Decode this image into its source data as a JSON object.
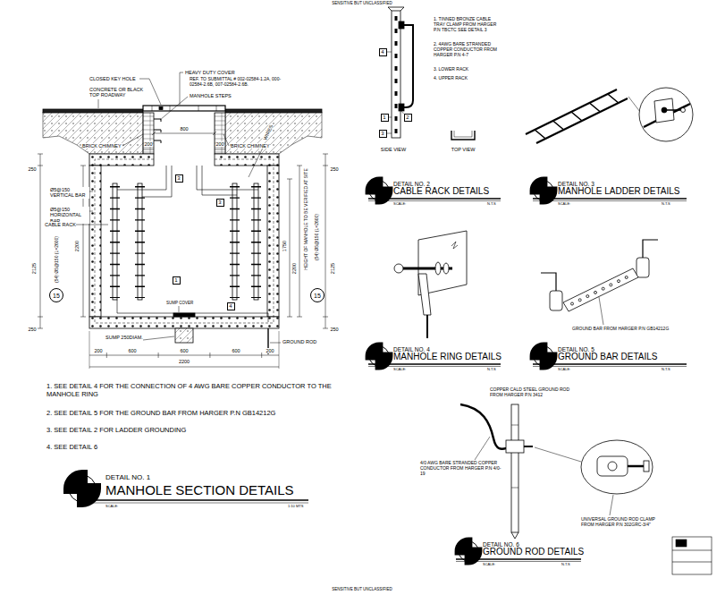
{
  "diagram": {
    "nodes": [
      {
        "text": [
          "15"
        ]
      },
      {
        "text": [
          "15"
        ]
      },
      {
        "text": [
          "3"
        ]
      },
      {
        "text": [
          "3"
        ]
      },
      {
        "text": [
          "1"
        ]
      },
      {
        "text": [
          "4"
        ]
      },
      {
        "text": [
          "4"
        ]
      },
      {
        "text": [
          "1"
        ]
      },
      {
        "text": [
          "2"
        ]
      },
      {
        "text": [
          "3"
        ]
      }
    ],
    "labels": [
      "SENSITIVE BUT UNCLASSIFIED",
      "CLOSED KEY HOLE",
      "CONCRETE OR BLACK TOP ROADWAY",
      "HEAVY DUTY COVER",
      "REF. TO SUBMITTAL # 002-02584-1.2A, 000-02584-2.6B, 007-02584-2.6B.",
      "MANHOLE STEPS",
      "800",
      "BRICK CHIMNEY",
      "200",
      "BRICK CHIMNEY",
      "200",
      "WIRES",
      "250",
      "250",
      "Ø5@150 VERTICAL BAR",
      "Ø5@150 HORIZONTAL BAR",
      "CABLE RACK",
      "2125",
      "(54) Ø5@150 (L=2600)",
      "2200",
      "HEIGHT OF MANHOLE TO BE VERIFIED AT SITE",
      "1750",
      "2200",
      "(54) Ø5@150 (L=2600)",
      "2125",
      "250",
      "250",
      "SUMP COVER",
      "SUMP 250DIAM.",
      "GROUND ROD",
      "200",
      "600",
      "600",
      "600",
      "200",
      "2200",
      "1. SEE DETAIL 4 FOR THE CONNECTION OF 4 AWG BARE COPPER CONDUCTOR TO THE MANHOLE RING",
      "2. SEE DETAIL 5 FOR THE GROUND BAR FROM HARGER P.N GB14212G",
      "3. SEE DETAIL 2 FOR LADDER GROUNDING",
      "4. SEE DETAIL 6",
      "DETAIL NO. 1",
      "MANHOLE SECTION DETAILS",
      "SCALE:",
      "1:10 MTS",
      "1. TINNED BRONZE CABLE TRAY CLAMP FROM HARGER P.N TBCTC SEE DETAIL 3",
      "2. 4AWG BARE STRANDED COPPER CONDUCTOR FROM HARGER P.N 4-7",
      "3. LOWER RACK",
      "4. UPPER RACK",
      "SIDE VIEW",
      "TOP VIEW",
      "DETAIL NO. 2",
      "CABLE RACK DETAILS",
      "SCALE:",
      "N.T.S",
      "DETAIL NO. 3",
      "MANHOLE LADDER DETAILS",
      "SCALE:",
      "N.T.S",
      "DETAIL NO. 4",
      "MANHOLE RING DETAILS",
      "SCALE:",
      "N.T.S",
      "GROUND BAR FROM HARGER P.N GB14212G",
      "DETAIL NO. 5",
      "GROUND BAR DETAILS",
      "SCALE:",
      "N.T.S",
      "COPPER CALD STEEL GROUND ROD FROM HARGER P.N 3412",
      "4/0 AWG BARE STRANDED COPPER CONDUCTOR FROM HARGER P.N 4/0-19",
      "UNIVERSAL GROUND ROD CLAMP FROM HARGER P.N 302GRC-3/4\"",
      "DETAIL NO. 6",
      "GROUND ROD DETAILS",
      "SCALE:",
      "N.T.S",
      "SENSITIVE BUT UNCLASSIFIED"
    ]
  }
}
